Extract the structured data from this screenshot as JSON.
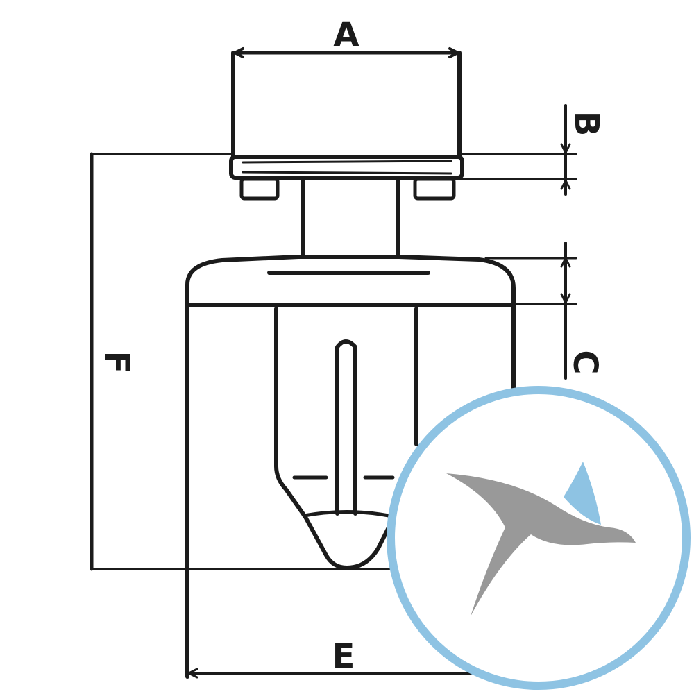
{
  "drawing": {
    "labels": {
      "a": "A",
      "b": "B",
      "c": "C",
      "e": "E",
      "f": "F"
    },
    "line_color": "#1b1b1b",
    "background": "#ffffff"
  },
  "logo": {
    "ring_color": "#8ec3e3",
    "bird_color": "#999999",
    "wing_accent_color": "#8ec3e3"
  }
}
